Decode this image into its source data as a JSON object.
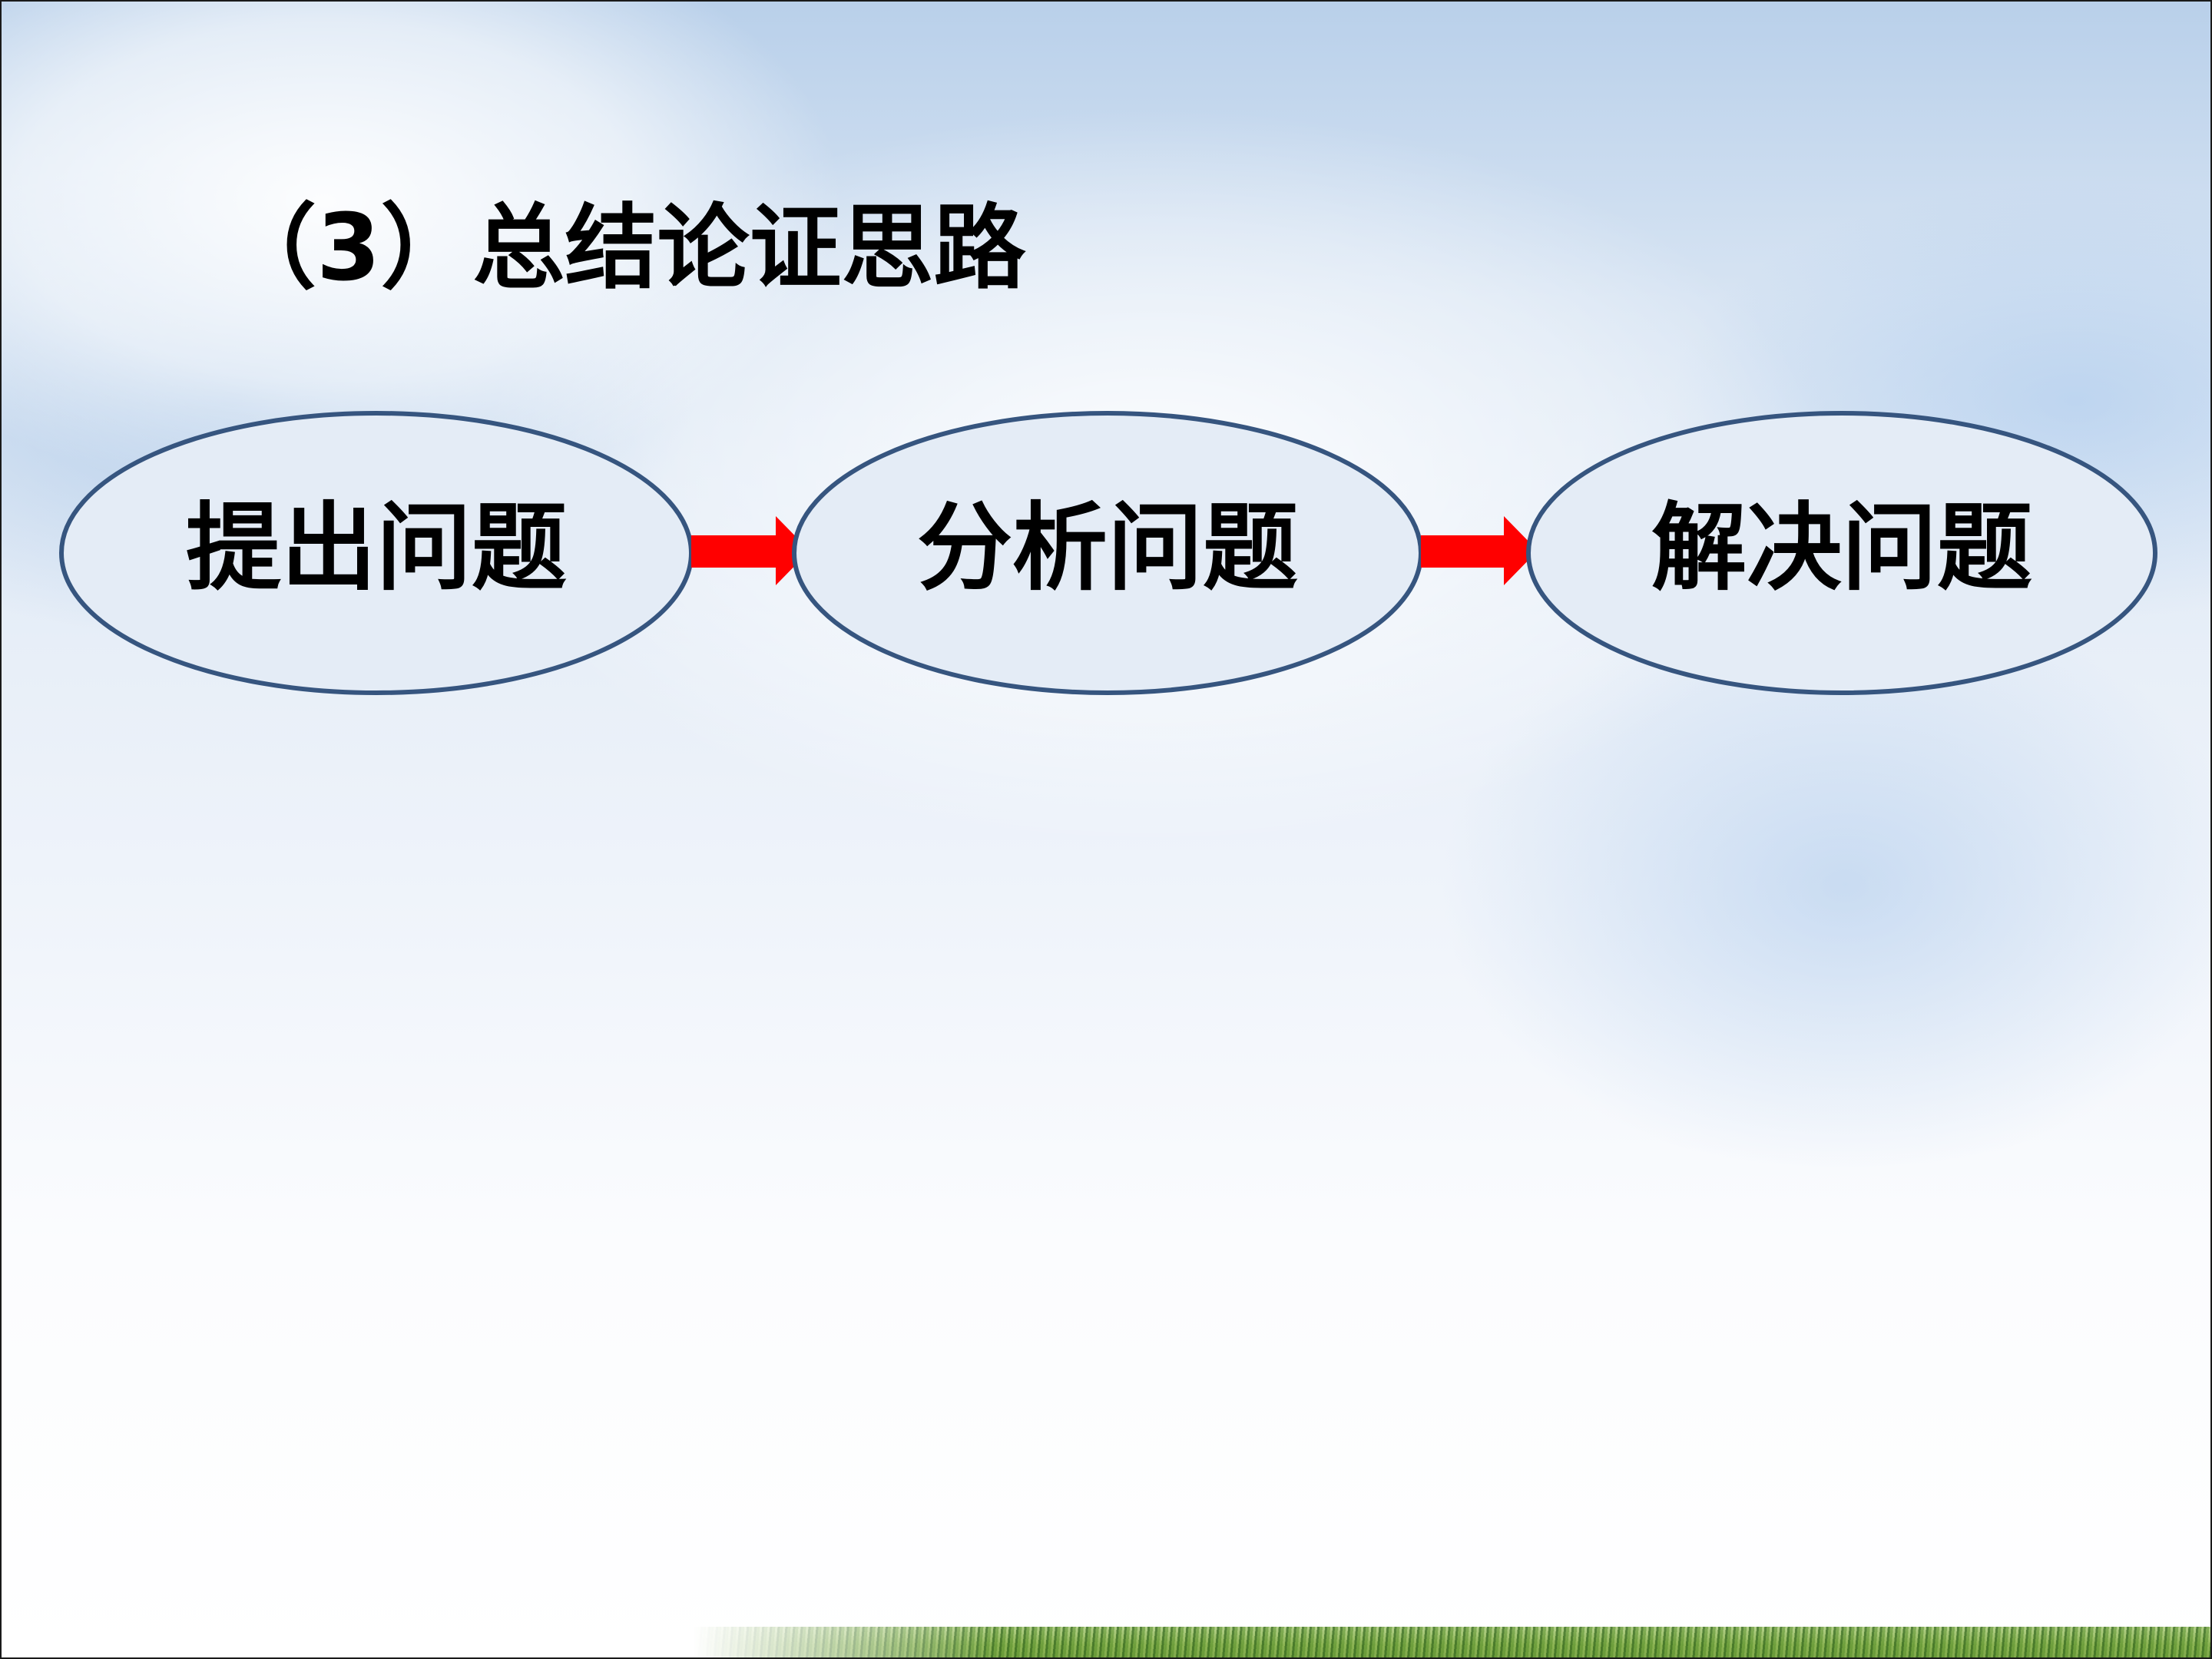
{
  "slide": {
    "title": "（3）总结论证思路"
  },
  "flow": {
    "nodes": [
      {
        "label": "提出问题"
      },
      {
        "label": "分析问题"
      },
      {
        "label": "解决问题"
      }
    ],
    "node_fill": "#e4ecf6",
    "node_stroke": "#36557f",
    "arrow_color": "#ff0000"
  }
}
